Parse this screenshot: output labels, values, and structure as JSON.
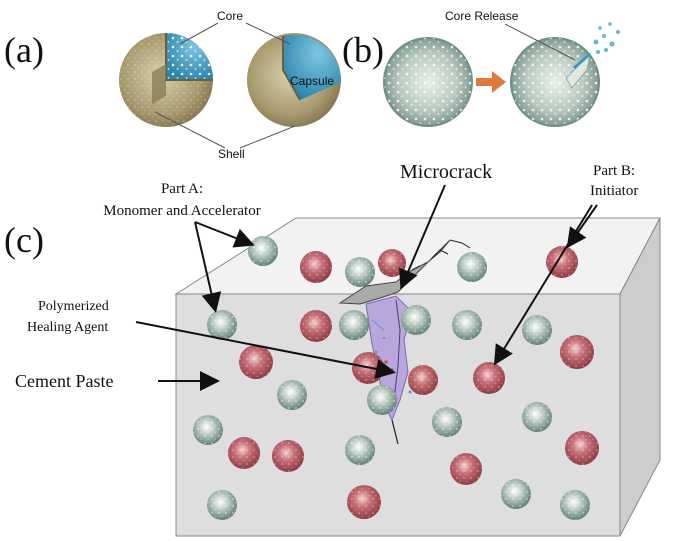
{
  "panels": {
    "a": {
      "label": "(a)",
      "core_label": "Core",
      "capsule_label": "Capsule",
      "shell_label": "Shell"
    },
    "b": {
      "label": "(b)",
      "core_release_label": "Core Release"
    },
    "c": {
      "label": "(c)",
      "part_a_line1": "Part A:",
      "part_a_line2": "Monomer and Accelerator",
      "microcrack_label": "Microcrack",
      "part_b_line1": "Part B:",
      "part_b_line2": "Initiator",
      "healing_line1": "Polymerized",
      "healing_line2": "Healing Agent",
      "cement_label": "Cement Paste"
    }
  },
  "colors": {
    "shell": "#a89a6e",
    "core_blue": "#3a9bc2",
    "capsule_green": "#6e8f84",
    "capsule_red": "#b6545c",
    "cement_front": "#dcdcdc",
    "cement_top": "#f0f0f0",
    "cement_side": "#c8c8c8",
    "healing_agent": "#b9a6dc",
    "arrow_orange": "#e07a3a"
  }
}
